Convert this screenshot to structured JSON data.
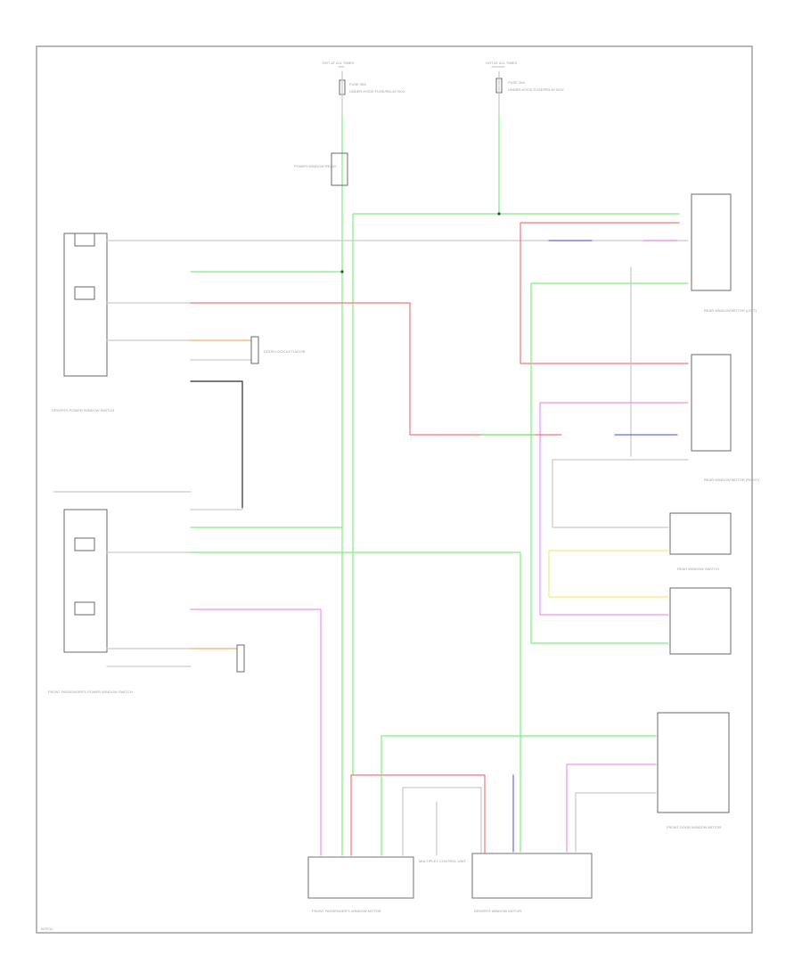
{
  "diagram": {
    "page_code": "W7F04",
    "labels": {
      "power_left": "HOT AT ALL TIMES",
      "power_right": "HOT AT ALL TIMES",
      "fuse_left": "FUSE 30A",
      "fuse_right": "FUSE 20A",
      "fuse_box_left": "UNDER-HOOD FUSE/RELAY BOX",
      "fuse_box_right": "UNDER-HOOD FUSE/RELAY BOX",
      "relay": "POWER WINDOW RELAY",
      "driver_switch": "DRIVER'S POWER WINDOW SWITCH",
      "passenger_switch": "FRONT PASSENGER'S POWER WINDOW SWITCH",
      "rear_motor_top": "REAR WINDOW MOTOR (LEFT)",
      "rear_motor_mid": "REAR WINDOW MOTOR (RIGHT)",
      "rear_switch": "REAR WINDOW SWITCH",
      "door_lock": "DOOR LOCK ACTUATOR",
      "front_door_motor": "FRONT DOOR WINDOW MOTOR",
      "bottom_left": "FRONT PASSENGER'S WINDOW MOTOR",
      "bottom_center": "MULTIPLEX CONTROL UNIT",
      "bottom_right": "DRIVER'S WINDOW MOTOR"
    }
  }
}
